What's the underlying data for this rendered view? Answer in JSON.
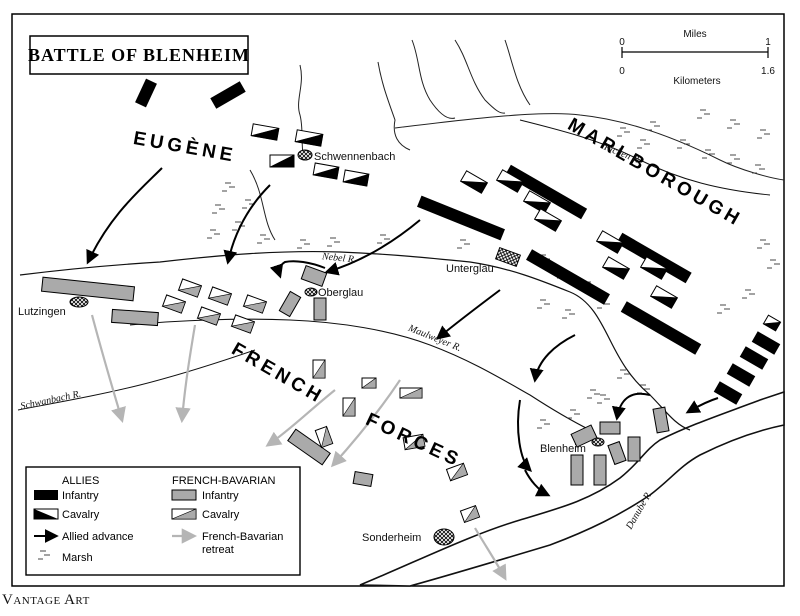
{
  "title": "BATTLE OF BLENHEIM",
  "credit": "Vantage Art",
  "scale": {
    "unit_top": "Miles",
    "top_start": "0",
    "top_end": "1",
    "unit_bottom": "Kilometers",
    "bottom_start": "0",
    "bottom_end": "1.6"
  },
  "commanders": {
    "eugene": "EUGÈNE",
    "marlborough": "MARLBOROUGH",
    "french": "FRENCH",
    "forces": "FORCES"
  },
  "places": {
    "schwennenbach": "Schwennenbach",
    "unterglau": "Unterglau",
    "oberglau": "Oberglau",
    "lutzingen": "Lutzingen",
    "blenheim": "Blenheim",
    "sonderheim": "Sonderheim"
  },
  "rivers": {
    "nebel": "Nebel R.",
    "maulweyer": "Maulweyer R.",
    "schwanbach": "Schwanbach R.",
    "richen": "Richen R.",
    "danube": "Danube R."
  },
  "legend": {
    "allies_header": "ALLIES",
    "french_header": "FRENCH-BAVARIAN",
    "infantry": "Infantry",
    "cavalry": "Cavalry",
    "fb_infantry": "Infantry",
    "fb_cavalry": "Cavalry",
    "allied_advance": "Allied advance",
    "retreat_line1": "French-Bavarian",
    "retreat_line2": "retreat",
    "marsh": "Marsh"
  },
  "colors": {
    "allied": "#000000",
    "french": "#aaaaaa",
    "retreat": "#b5b5b5",
    "ink": "#111111"
  }
}
